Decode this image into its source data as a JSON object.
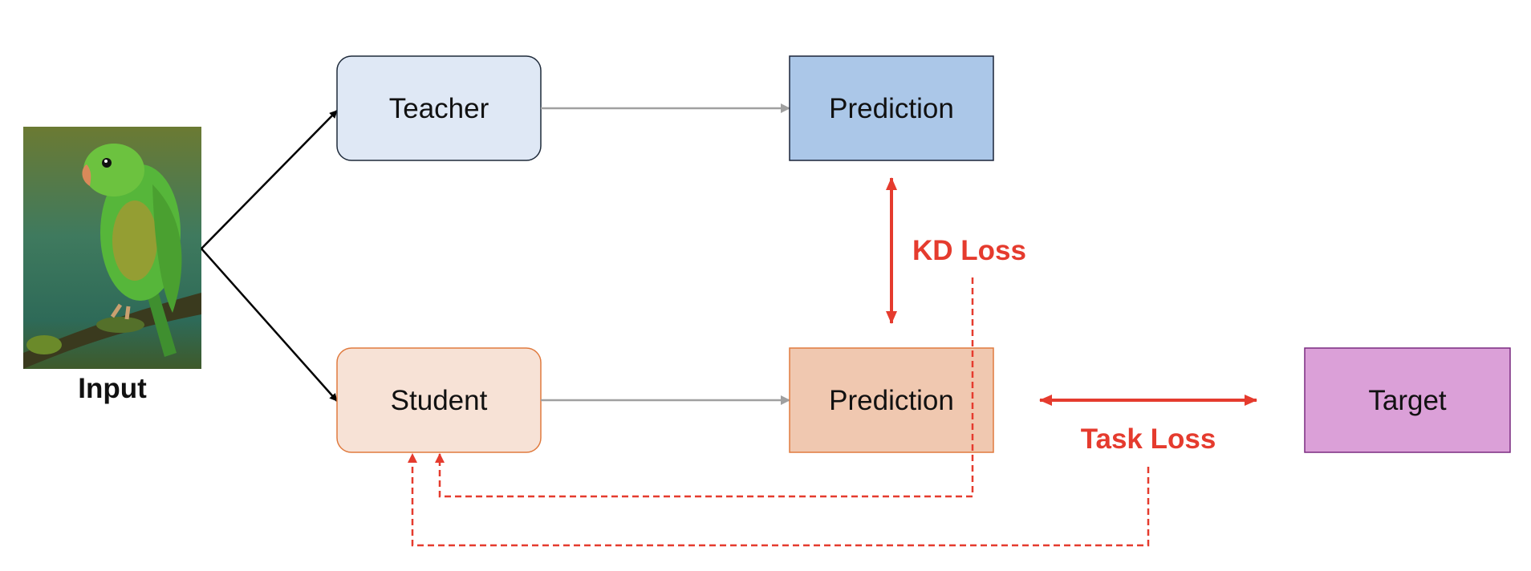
{
  "input": {
    "label": "Input",
    "image": "green-parrot-photo"
  },
  "teacher": {
    "label": "Teacher"
  },
  "student": {
    "label": "Student"
  },
  "teacher_prediction": {
    "label": "Prediction"
  },
  "student_prediction": {
    "label": "Prediction"
  },
  "target": {
    "label": "Target"
  },
  "kd_loss": {
    "label": "KD Loss"
  },
  "task_loss": {
    "label": "Task Loss"
  },
  "colors": {
    "teacher_fill": "#dfe8f5",
    "student_fill": "#f7e2d6",
    "teacher_pred_fill": "#abc7e8",
    "student_pred_fill": "#f0c8b0",
    "target_fill": "#dba0d8",
    "loss_red": "#e53b2e",
    "flow_gray": "#a0a0a0",
    "input_arrow": "#000000"
  }
}
